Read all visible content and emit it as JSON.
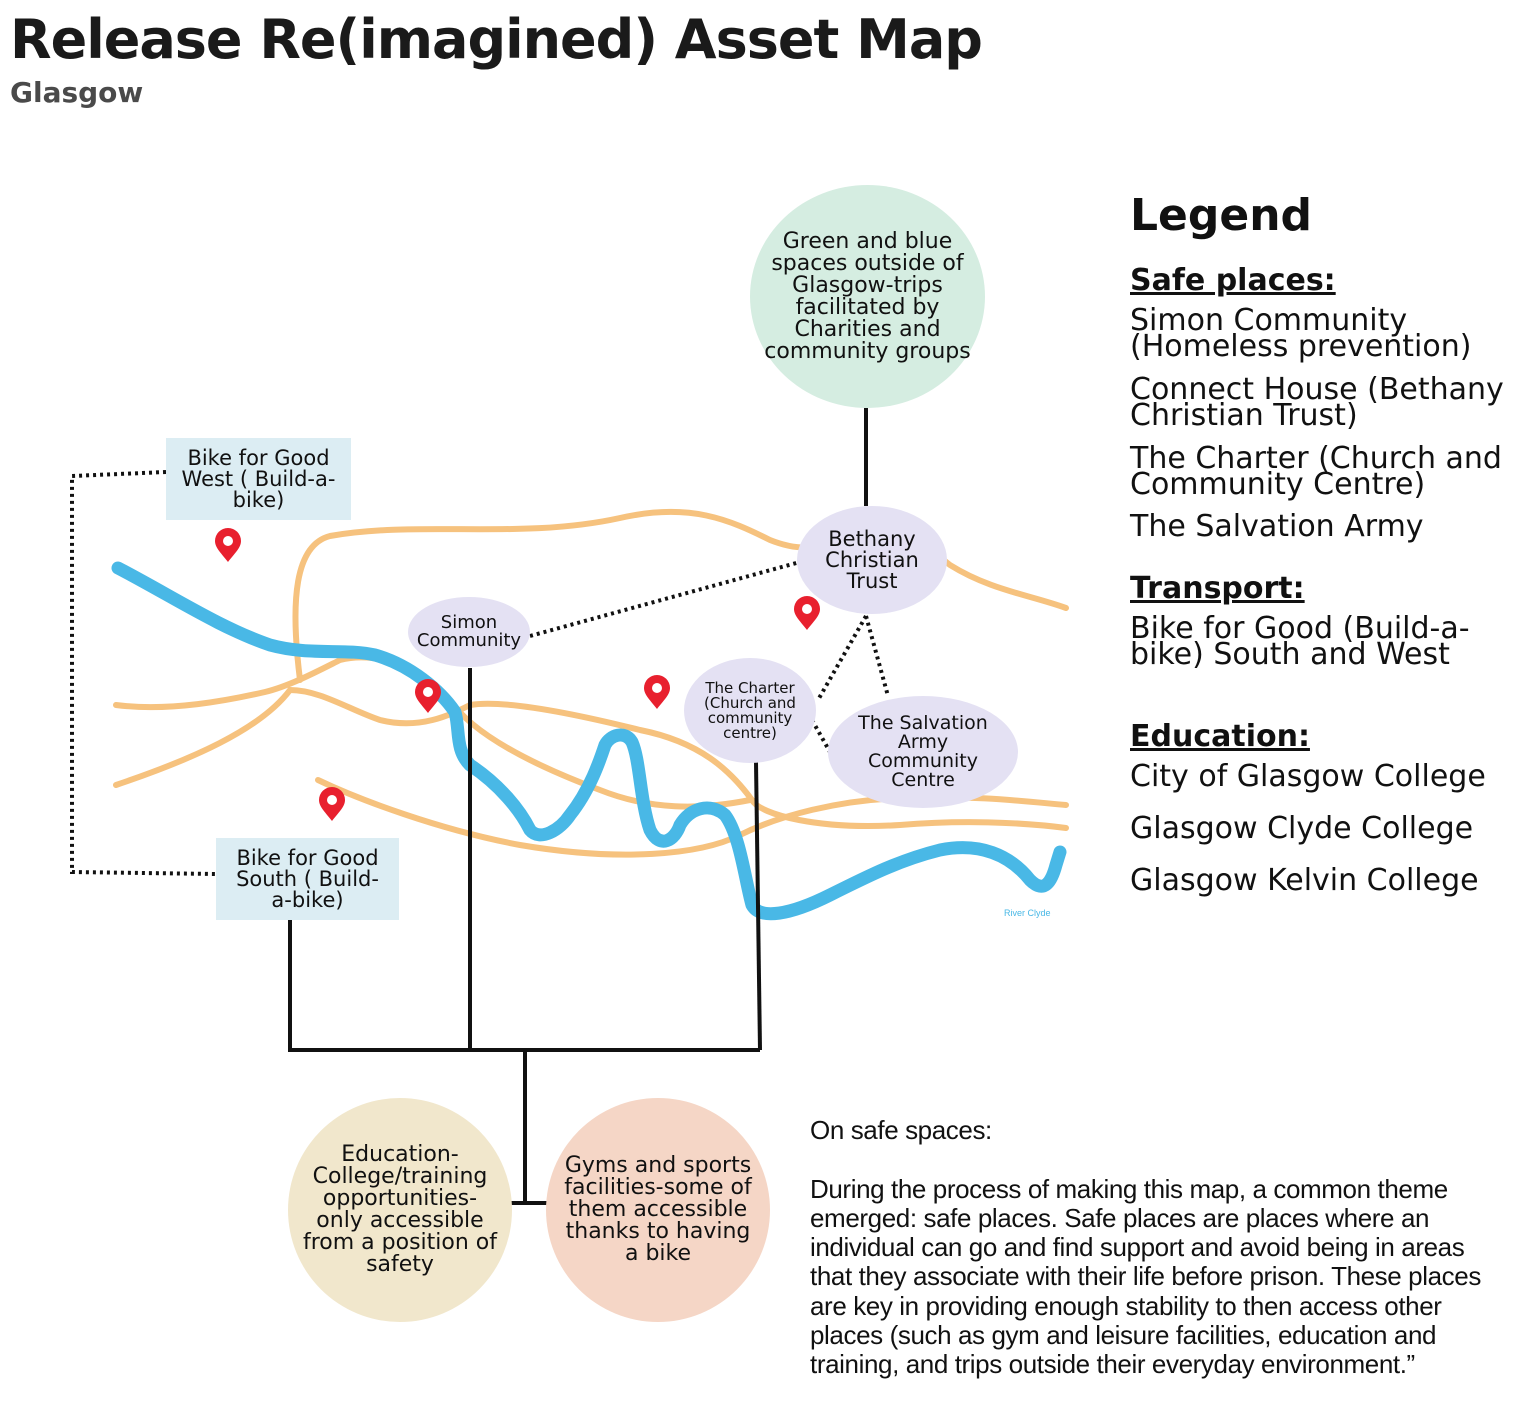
{
  "title": "Release Re(imagined) Asset Map",
  "subtitle": "Glasgow",
  "map": {
    "river_label": "River Clyde",
    "colors": {
      "river": "#49b8e6",
      "roads": "#f6c27e",
      "pin": "#e8202e"
    },
    "nodes": {
      "green_blue": "Green and blue spaces outside of Glasgow-trips facilitated by Charities and community groups",
      "bike_west": "Bike for Good West ( Build-a-bike)",
      "bike_south": "Bike for Good South ( Build-a-bike)",
      "bethany": "Bethany Christian Trust",
      "simon": "Simon Community",
      "charter": "The Charter (Church and community centre)",
      "salvation": "The Salvation Army Community Centre",
      "education": "Education- College/training opportunities- only accessible from a position of safety",
      "gyms": "Gyms and sports facilities-some of them accessible thanks to having a bike"
    }
  },
  "legend": {
    "title": "Legend",
    "categories": [
      {
        "name": "Safe places:",
        "items": [
          "Simon Community (Homeless prevention)",
          "Connect House (Bethany Christian Trust)",
          "The Charter (Church and Community Centre)",
          "The Salvation Army"
        ]
      },
      {
        "name": "Transport:",
        "items": [
          "Bike for Good (Build-a-bike) South and West"
        ]
      },
      {
        "name": "Education:",
        "items": [
          "City of Glasgow College",
          "Glasgow Clyde College",
          "Glasgow Kelvin College"
        ]
      }
    ]
  },
  "note": {
    "heading": "On safe spaces:",
    "body": "During the process of making this map, a common theme emerged: safe places. Safe places are places where an individual can go and find support and avoid being in areas that they associate with their life before prison. These places are key in providing enough stability to then access other places (such as gym and leisure facilities, education and training, and trips outside their everyday environment.”"
  }
}
